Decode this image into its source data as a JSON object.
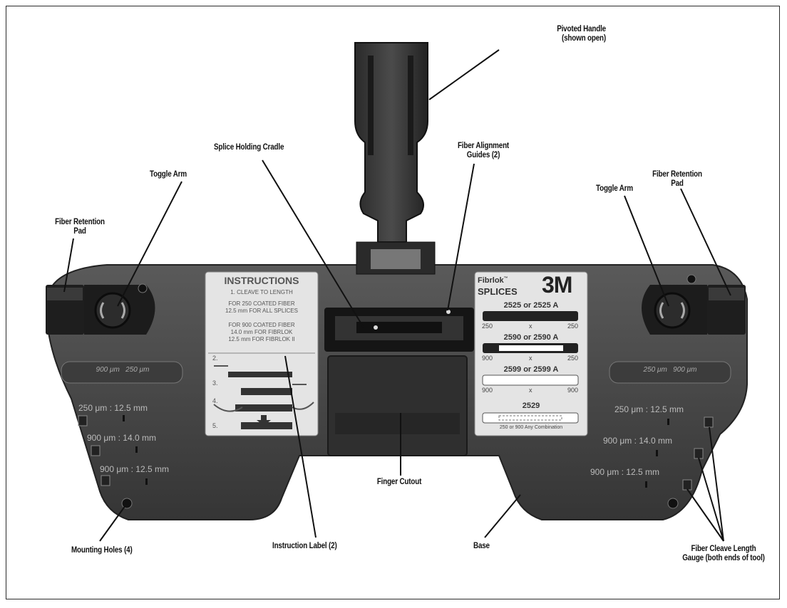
{
  "callouts": {
    "pivoted_handle": "Pivoted Handle\n(shown open)",
    "splice_holding_cradle": "Splice Holding Cradle",
    "fiber_alignment_guides": "Fiber Alignment\nGuides (2)",
    "fiber_retention_pad_right": "Fiber Retention\nPad",
    "toggle_arm_left": "Toggle Arm",
    "toggle_arm_right": "Toggle Arm",
    "fiber_retention_pad_left": "Fiber Retention\nPad",
    "finger_cutout": "Finger Cutout",
    "mounting_holes": "Mounting Holes (4)",
    "instruction_label": "Instruction Label (2)",
    "base": "Base",
    "fiber_cleave_length_gauge": "Fiber Cleave Length\nGauge (both ends of tool)"
  },
  "instruction_card": {
    "title": "INSTRUCTIONS",
    "line1": "1. CLEAVE TO LENGTH",
    "line2": "FOR 250 COATED FIBER",
    "line3": "12.5 mm FOR ALL SPLICES",
    "line4": "FOR 900 COATED FIBER",
    "line5": "14.0 mm FOR FIBRLOK",
    "line6": "12.5 mm FOR FIBRLOK II",
    "step2": "2.",
    "step3": "3.",
    "step4": "4.",
    "step5": "5."
  },
  "splice_card": {
    "brand": "Fibrlok",
    "tm": "™",
    "splices": "SPLICES",
    "logo": "3M",
    "m1": "2525 or 2525 A",
    "m1_left": "250",
    "m1_x": "x",
    "m1_right": "250",
    "m2": "2590 or 2590 A",
    "m2_left": "900",
    "m2_x": "x",
    "m2_right": "250",
    "m3": "2599 or 2599 A",
    "m3_left": "900",
    "m3_x": "x",
    "m3_right": "900",
    "m4": "2529",
    "m4_note": "250 or 900 Any Combination"
  },
  "gauge_left": {
    "dial": "900 μm   250 μm",
    "g1": "250 μm : 12.5 mm",
    "g2": "900 μm : 14.0 mm",
    "g3": "900 μm : 12.5 mm"
  },
  "gauge_right": {
    "dial": "250 μm   900 μm",
    "g1": "250 μm : 12.5 mm",
    "g2": "900 μm : 14.0 mm",
    "g3": "900 μm : 12.5 mm"
  },
  "colors": {
    "tool_body": "#4a4a4a",
    "tool_dark": "#1f1f1f",
    "label_bg": "#e6e6e6",
    "line": "#111111"
  }
}
